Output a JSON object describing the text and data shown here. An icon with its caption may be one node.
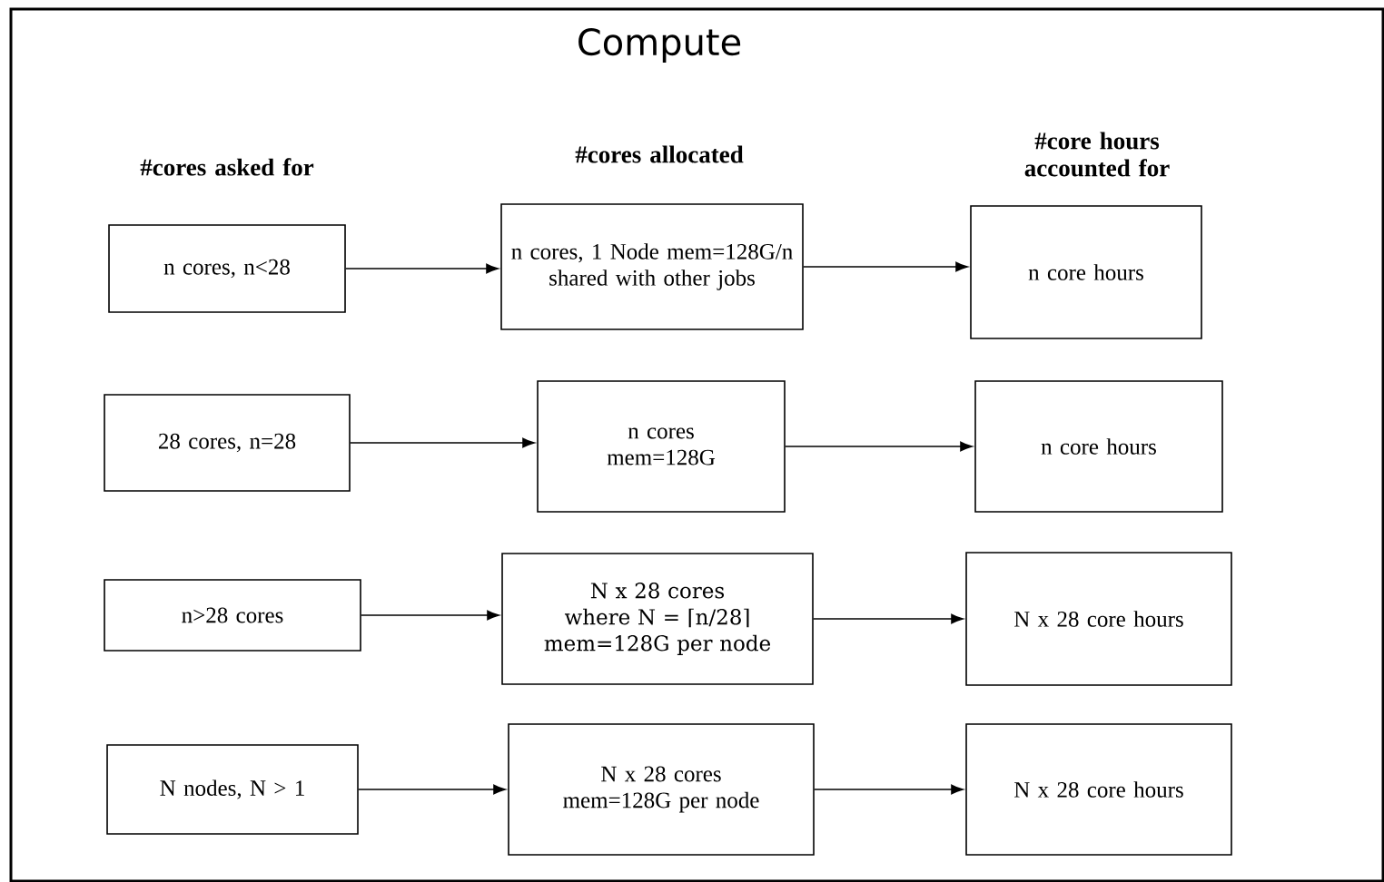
{
  "diagram": {
    "title": "Compute",
    "nodes": [
      {
        "text": [
          "n cores, n<28"
        ]
      },
      {
        "text": [
          "n cores, 1 Node mem=128G/n shared with other jobs"
        ]
      },
      {
        "text": [
          "n core hours"
        ]
      },
      {
        "text": [
          "28 cores, n=28"
        ]
      },
      {
        "text": [
          "n cores mem=128G"
        ]
      },
      {
        "text": [
          "n core hours"
        ]
      },
      {
        "text": [
          "n>28 cores"
        ]
      },
      {
        "text": [
          "N x 28 cores where N = ⌈n/28⌉ mem=128G per node"
        ]
      },
      {
        "text": [
          "N x 28 core hours"
        ]
      },
      {
        "text": [
          "N nodes, N > 1"
        ]
      },
      {
        "text": [
          "N x 28 cores mem=128G per node"
        ]
      },
      {
        "text": [
          "N x 28 core hours"
        ]
      }
    ],
    "edges": [
      {
        "from": 0,
        "to": 1,
        "arrow": "to"
      },
      {
        "from": 1,
        "to": 2,
        "arrow": "to"
      },
      {
        "from": 3,
        "to": 4,
        "arrow": "to"
      },
      {
        "from": 4,
        "to": 5,
        "arrow": "to"
      },
      {
        "from": 6,
        "to": 7,
        "arrow": "to"
      },
      {
        "from": 7,
        "to": 8,
        "arrow": "to"
      },
      {
        "from": 9,
        "to": 10,
        "arrow": "to"
      },
      {
        "from": 10,
        "to": 11,
        "arrow": "to"
      }
    ],
    "labels": [
      "#cores asked for",
      "#cores allocated",
      "#core hours accounted for"
    ]
  }
}
